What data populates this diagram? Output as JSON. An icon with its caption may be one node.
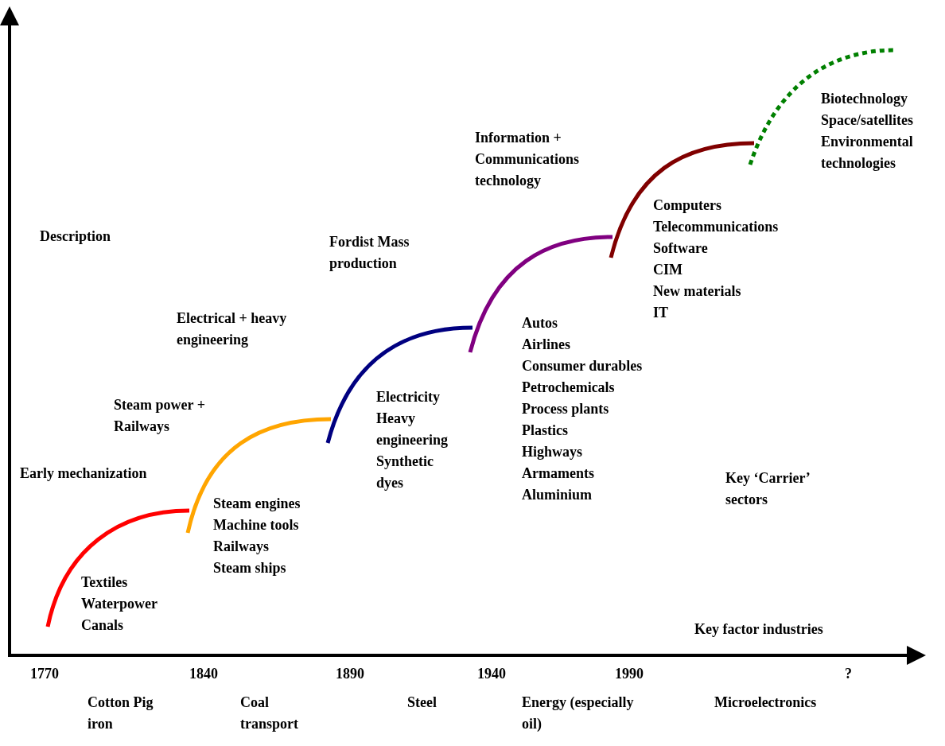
{
  "diagram": {
    "labels": [
      "Description",
      "Early mechanization",
      "Textiles",
      "Waterpower",
      "Canals",
      "Steam power + Railways",
      "Steam engines",
      "Machine tools",
      "Railways",
      "Steam ships",
      "Electrical + heavy engineering",
      "Electricity",
      "Heavy engineering",
      "Synthetic dyes",
      "Fordist Mass production",
      "Autos",
      "Airlines",
      "Consumer durables",
      "Petrochemicals",
      "Process plants",
      "Plastics",
      "Highways",
      "Armaments",
      "Aluminium",
      "Information + Communications technology",
      "Computers",
      "Telecommunications",
      "Software",
      "CIM",
      "New materials",
      "IT",
      "Biotechnology",
      "Space/satellites",
      "Environmental technologies",
      "Key ‘Carrier’ sectors",
      "Key factor industries",
      "1770",
      "1840",
      "1890",
      "1940",
      "1990",
      "?",
      "Cotton Pig iron",
      "Coal transport",
      "Steel",
      "Energy (especially oil)",
      "Microelectronics"
    ]
  }
}
